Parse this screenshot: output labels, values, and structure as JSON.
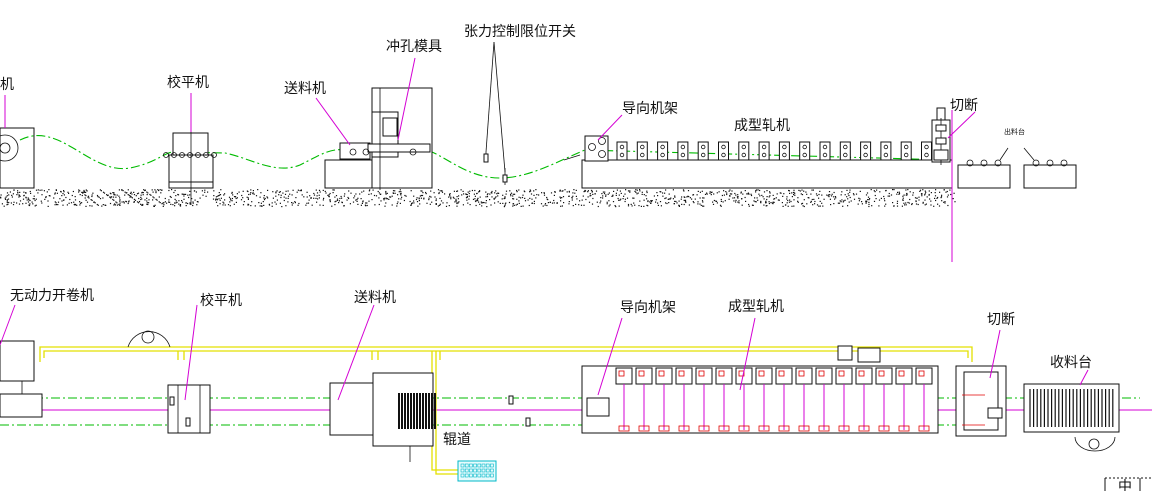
{
  "side_view": {
    "uncoiler_label": "机",
    "leveler_label": "校平机",
    "feeder_label": "送料机",
    "punch_die_label": "冲孔模具",
    "tension_switch_label": "张力控制限位开关",
    "guide_frame_label": "导向机架",
    "roll_former_label": "成型轧机",
    "cutter_label": "切断",
    "output_table_label": "出料台"
  },
  "top_view": {
    "uncoiler_label": "无动力开卷机",
    "leveler_label": "校平机",
    "feeder_label": "送料机",
    "guide_frame_label": "导向机架",
    "roll_former_label": "成型轧机",
    "cutter_label": "切断",
    "receiving_table_label": "收料台",
    "roller_way_label": "辊道",
    "title_block_fragment": "中"
  },
  "colors": {
    "line": "#111111",
    "leader": "#d400d4",
    "centerline": "#00bb00",
    "cable": "#e3e000",
    "detail": "#e00000",
    "console": "#00b8c8"
  }
}
